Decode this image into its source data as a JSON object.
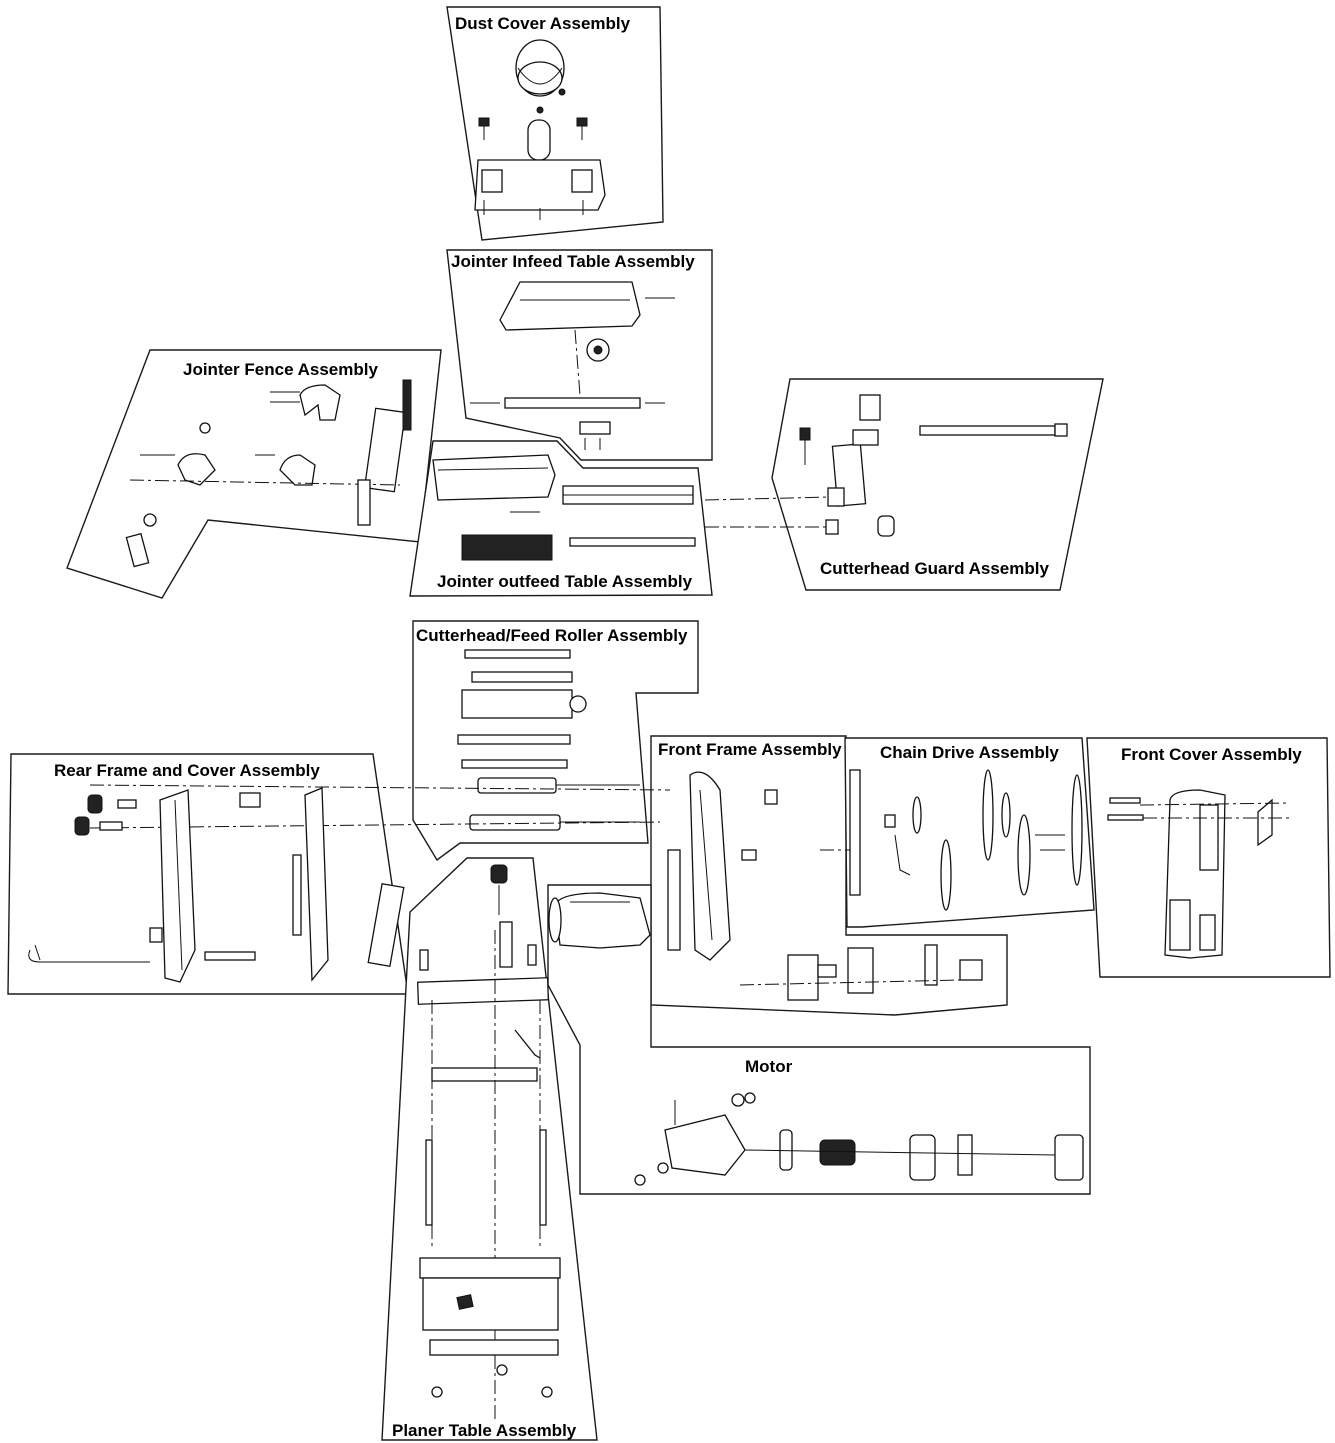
{
  "labels": {
    "dust_cover": "Dust  Cover  Assembly",
    "jointer_infeed": "Jointer Infeed Table  Assembly",
    "jointer_fence": "Jointer  Fence  Assembly",
    "cutterhead_guard": "Cutterhead Guard  Assembly",
    "jointer_outfeed": "Jointer outfeed Table  Assembly",
    "cutterhead_feed_roller": "Cutterhead/Feed Roller Assembly",
    "rear_frame_cover": "Rear Frame and Cover  Assembly",
    "front_frame": "Front Frame Assembly",
    "chain_drive": "Chain Drive Assembly",
    "front_cover": "Front Cover Assembly",
    "motor": "Motor",
    "planer_table": "Planer Table  Assembly"
  }
}
